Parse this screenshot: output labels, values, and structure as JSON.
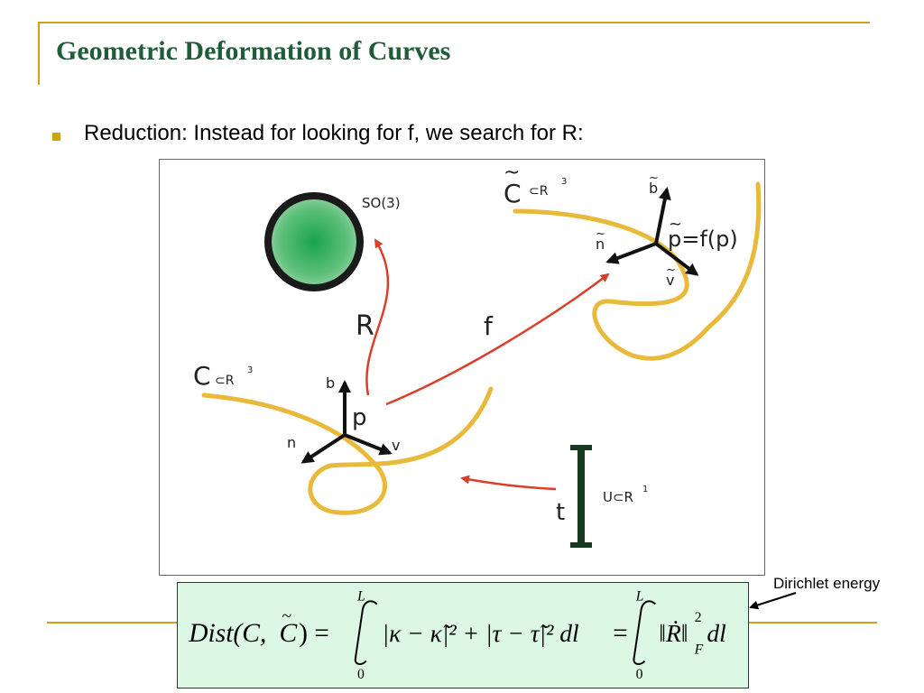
{
  "slide": {
    "title": "Geometric Deformation of Curves",
    "bullet": "Reduction: Instead for looking for f, we search for R:",
    "callout": "Dirichlet energy"
  },
  "colors": {
    "title": "#1f5c3a",
    "accent_rule": "#d4a017",
    "curve": "#e8b93a",
    "red_arrow": "#d9402c",
    "sphere": "#2fae5a",
    "formula_bg": "#dcf8e4"
  },
  "diagram": {
    "so3_label": "SO(3)",
    "R_label": "R",
    "f_label": "f",
    "t_label": "t",
    "U_label": "U⊂R",
    "U_sup": "1",
    "C_label": "C",
    "C_subset": "⊂R",
    "C_sup": "3",
    "Ct_label": "C",
    "Ct_subset": "⊂R",
    "Ct_sup": "3",
    "b_label": "b",
    "n_label": "n",
    "v_label": "v",
    "p_label": "p",
    "bt_label": "b",
    "nt_label": "n",
    "vt_label": "v",
    "pt_label": "p=f(p)",
    "tilde": "~"
  },
  "formula": {
    "lhs": "Dist(C,",
    "lhs_c": "C",
    "lhs_close": ") =",
    "upper1": "L",
    "lower1": "0",
    "integrand1": "|κ − κ̃|² + |τ − τ̃|² dl",
    "eq2": "=",
    "upper2": "L",
    "lower2": "0",
    "integrand2": "‖Ṙ‖",
    "norm_sup": "2",
    "norm_sub": "F",
    "dl": "dl",
    "tilde": "~"
  }
}
